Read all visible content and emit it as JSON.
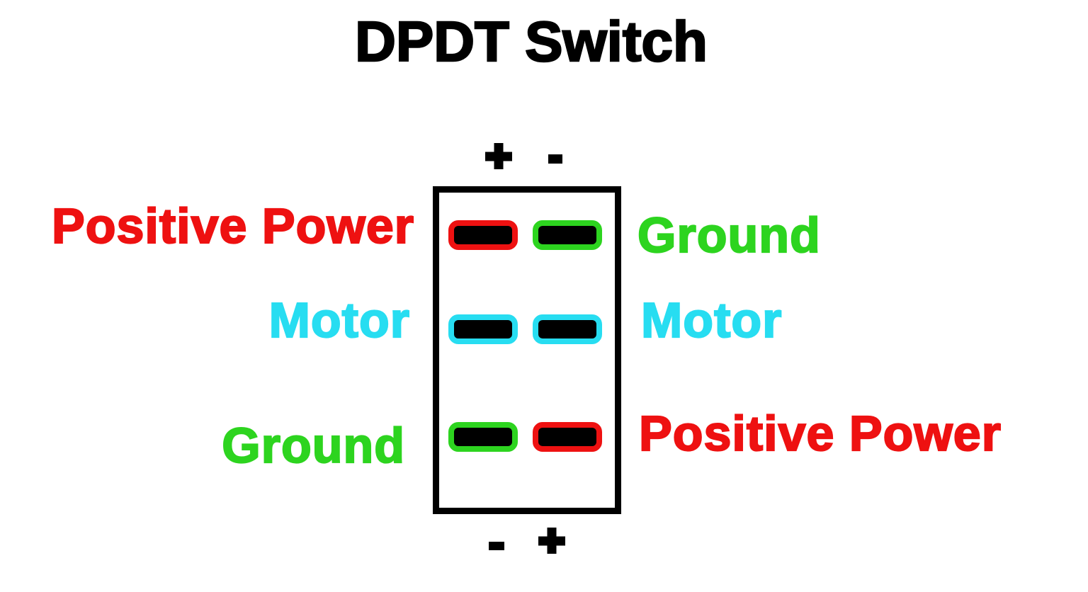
{
  "title": "DPDT Switch",
  "colors": {
    "red": "#ee1111",
    "green": "#2dd41f",
    "cyan": "#27ddf1",
    "outline": "#000000",
    "background": "#ffffff"
  },
  "switch": {
    "top_polarity": {
      "left": "+",
      "right": "-"
    },
    "bottom_polarity": {
      "left": "-",
      "right": "+"
    },
    "rows": [
      {
        "left": {
          "label": "Positive Power",
          "color": "#ee1111"
        },
        "right": {
          "label": "Ground",
          "color": "#2dd41f"
        }
      },
      {
        "left": {
          "label": "Motor",
          "color": "#27ddf1"
        },
        "right": {
          "label": "Motor",
          "color": "#27ddf1"
        }
      },
      {
        "left": {
          "label": "Ground",
          "color": "#2dd41f"
        },
        "right": {
          "label": "Positive Power",
          "color": "#ee1111"
        }
      }
    ]
  }
}
